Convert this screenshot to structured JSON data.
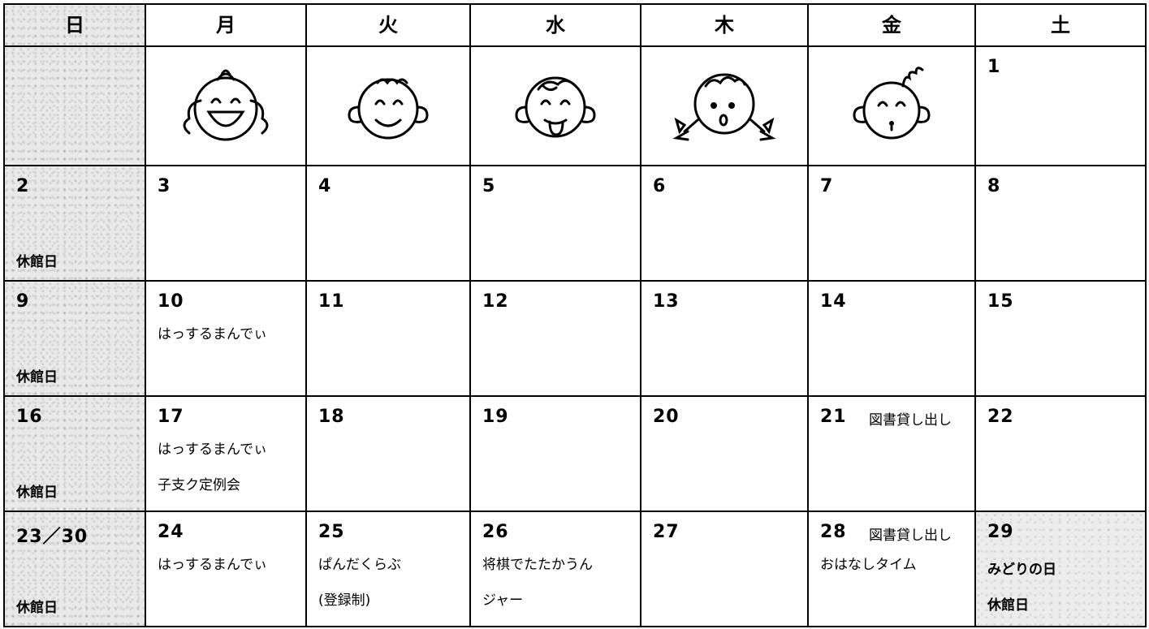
{
  "weekdays": [
    "日",
    "月",
    "火",
    "水",
    "木",
    "金",
    "土"
  ],
  "face_icons": [
    "laughing-girl-face-icon",
    "smiling-boy-face-icon",
    "tongue-out-face-icon",
    "surprised-girl-face-icon",
    "baby-face-icon"
  ],
  "closed_label": "休館日",
  "week0": {
    "sat": "1"
  },
  "week1": {
    "sun": "2",
    "mon": "3",
    "tue": "4",
    "wed": "5",
    "thu": "6",
    "fri": "7",
    "sat": "8"
  },
  "week2": {
    "sun": "9",
    "mon": "10",
    "tue": "11",
    "wed": "12",
    "thu": "13",
    "fri": "14",
    "sat": "15",
    "mon_event": "はっするまんでぃ"
  },
  "week3": {
    "sun": "16",
    "mon": "17",
    "tue": "18",
    "wed": "19",
    "thu": "20",
    "fri": "21",
    "sat": "22",
    "mon_event1": "はっするまんでぃ",
    "mon_event2": "子支ク定例会",
    "fri_event": "図書貸し出し"
  },
  "week4": {
    "sun": "23／30",
    "mon": "24",
    "tue": "25",
    "wed": "26",
    "thu": "27",
    "fri": "28",
    "sat": "29",
    "mon_event": "はっするまんでぃ",
    "tue_event1": "ぱんだくらぶ",
    "tue_event2": "(登録制)",
    "wed_event1": "将棋でたたかうん",
    "wed_event2": "ジャー",
    "fri_event_inline": "図書貸し出し",
    "fri_event": "おはなしタイム",
    "sat_event": "みどりの日",
    "sat_closed": "休館日"
  }
}
